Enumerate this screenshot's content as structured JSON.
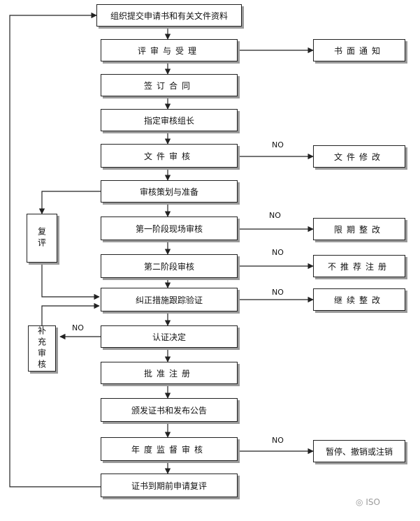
{
  "flow": {
    "main": [
      "组织提交申请书和有关文件资料",
      "评审与受理",
      "签订合同",
      "指定审核组长",
      "文件审核",
      "审核策划与准备",
      "第一阶段现场审核",
      "第二阶段审核",
      "纠正措施跟踪验证",
      "认证决定",
      "批准注册",
      "颁发证书和发布公告",
      "年度监督审核",
      "证书到期前申请复评"
    ],
    "right": [
      "书面通知",
      "文件修改",
      "限期整改",
      "不推荐注册",
      "继续整改",
      "暂停、撤销或注销"
    ],
    "left": {
      "review": "复评",
      "supplementary": "补充审核"
    },
    "no_label": "NO"
  },
  "watermark": "ISO",
  "colors": {
    "line": "#222222",
    "shadow": "#9a9a9a"
  }
}
